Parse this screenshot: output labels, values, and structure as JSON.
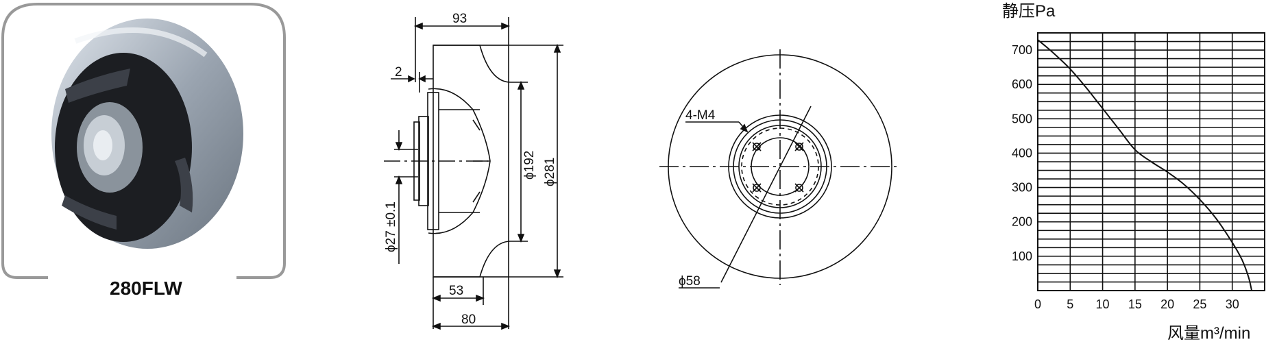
{
  "product": {
    "model": "280FLW"
  },
  "side_view": {
    "dim_top": "93",
    "dim_gap": "2",
    "dim_inner_dia": "ϕ192",
    "dim_outer_dia": "ϕ281",
    "dim_shaft": "ϕ27 ±0.1",
    "dim_depth_inner": "53",
    "dim_depth_total": "80"
  },
  "front_view": {
    "label_screws": "4-M4",
    "label_hub_dia": "ϕ58"
  },
  "chart_data": {
    "type": "line",
    "title": "静压Pa",
    "xlabel": "风量m³/min",
    "ylabel": "静压Pa",
    "xlim": [
      0,
      35
    ],
    "ylim": [
      0,
      750
    ],
    "x_ticks": [
      "0",
      "5",
      "10",
      "15",
      "20",
      "25",
      "30"
    ],
    "y_ticks": [
      "100",
      "200",
      "300",
      "400",
      "500",
      "600",
      "700"
    ],
    "grid": true,
    "series": [
      {
        "x": [
          0,
          2.5,
          5,
          7.5,
          10,
          12.5,
          15,
          17.5,
          20,
          22.5,
          25,
          27.5,
          30,
          31.5,
          32.5,
          33
        ],
        "values": [
          730,
          690,
          645,
          590,
          530,
          470,
          410,
          375,
          345,
          310,
          265,
          210,
          140,
          90,
          40,
          0
        ]
      }
    ]
  }
}
